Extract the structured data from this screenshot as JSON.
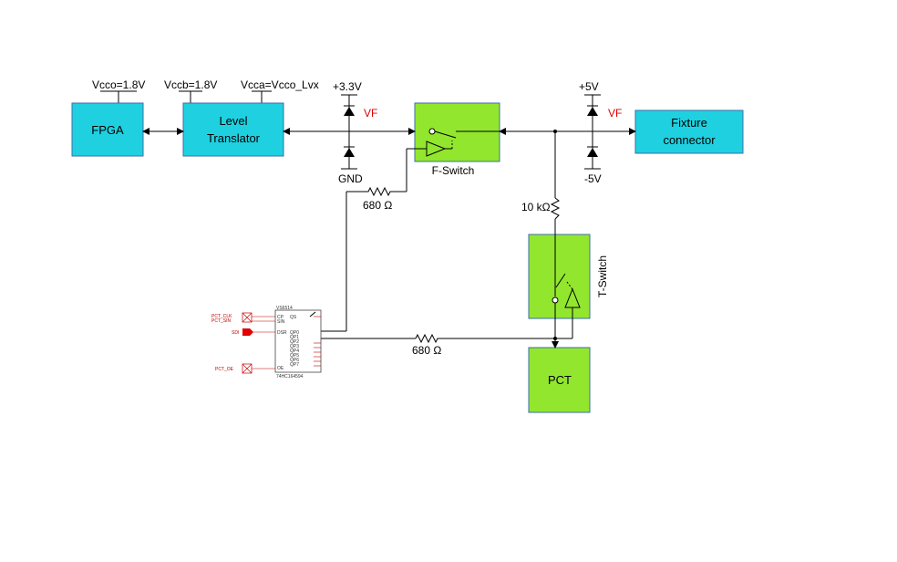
{
  "supplies": {
    "vcco_fpga": "Vcco=1.8V",
    "vccb": "Vccb=1.8V",
    "vcca": "Vcca=Vcco_Lvx",
    "p33": "+3.3V",
    "gnd": "GND",
    "p5": "+5V",
    "m5": "-5V"
  },
  "vf_labels": [
    "VF",
    "VF"
  ],
  "blocks": {
    "fpga": "FPGA",
    "level_translator_line1": "Level",
    "level_translator_line2": "Translator",
    "f_switch": "F-Switch",
    "fixture_line1": "Fixture",
    "fixture_line2": "connector",
    "t_switch": "T-Switch",
    "pct": "PCT"
  },
  "resistors": {
    "r_fswitch": "680 Ω",
    "r_pct": "680 Ω",
    "r_pullup": "10 kΩ"
  },
  "ic": {
    "part": "VS6514",
    "part_bottom": "74HC164594",
    "pins_left": [
      "CP",
      "SIN",
      "DSR",
      "OE"
    ],
    "pins_right": [
      "QS",
      "QP0",
      "QP1",
      "QP2",
      "QP3",
      "QP4",
      "QP5",
      "QP6",
      "QP7"
    ],
    "nets": [
      "PCT_CLK",
      "PCT_SIN",
      "SDI",
      "PCT_OE"
    ]
  },
  "colors": {
    "cyan_block": "#1fd1e0",
    "green_block": "#92e62e",
    "vf_red": "#e00000"
  }
}
